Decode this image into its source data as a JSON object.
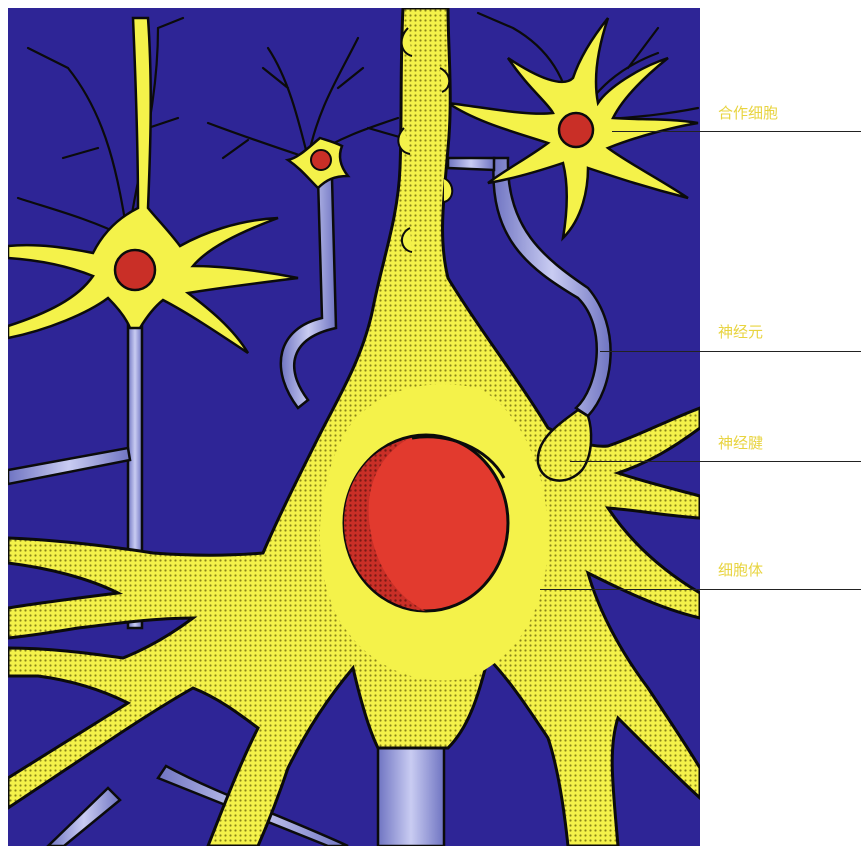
{
  "labels": {
    "associate_cell": "合作细胞",
    "nerve_fiber": "神经元",
    "synapse": "神经腱",
    "cell_body": "细胞体"
  },
  "colors": {
    "background": "#2e2596",
    "neuron": "#f4f24a",
    "neuron_shade": "#cfcb2e",
    "nucleus": "#d9362c",
    "axon_sheath": "#a9aee2",
    "outline": "#0b0b0b",
    "label": "#e8d440"
  }
}
